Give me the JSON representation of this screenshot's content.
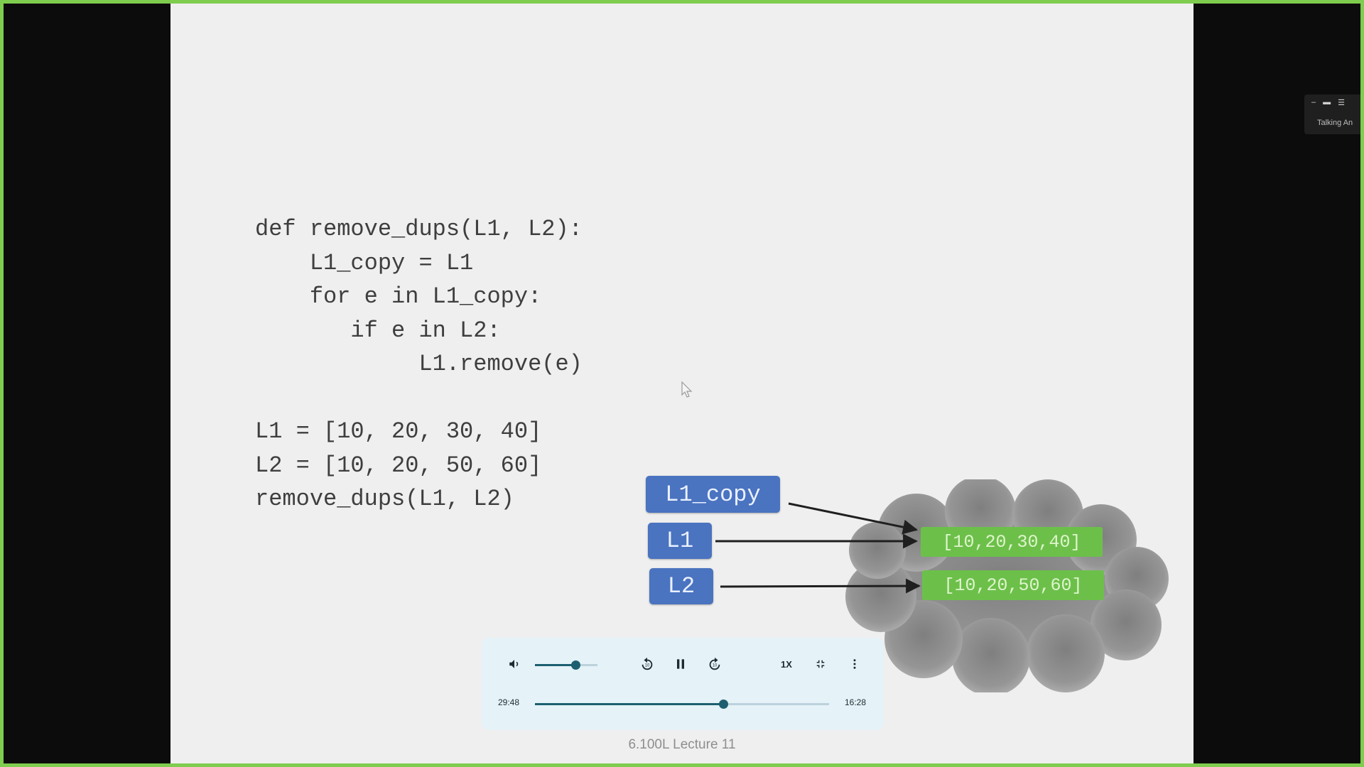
{
  "slide": {
    "code_lines": [
      "def remove_dups(L1, L2):",
      "    L1_copy = L1",
      "    for e in L1_copy:",
      "       if e in L2:",
      "            L1.remove(e)",
      "",
      "L1 = [10, 20, 30, 40]",
      "L2 = [10, 20, 50, 60]",
      "remove_dups(L1, L2)"
    ],
    "diagram": {
      "var_l1_copy": "L1_copy",
      "var_l1": "L1",
      "var_l2": "L2",
      "list_1": "[10,20,30,40]",
      "list_2": "[10,20,50,60]"
    },
    "footer": "6.100L Lecture 11"
  },
  "player": {
    "volume_level": 0.65,
    "progress": 0.64,
    "elapsed": "29:48",
    "remaining": "16:28",
    "speed": "1X",
    "icons": {
      "volume": "volume-icon",
      "rewind": "rewind-10-icon",
      "pause": "pause-icon",
      "forward": "forward-10-icon",
      "speed": "speed-icon",
      "exit_fullscreen": "exit-fullscreen-icon",
      "more": "more-vertical-icon"
    }
  },
  "floating_widget": {
    "label": "Talking An"
  },
  "colors": {
    "frame_border": "#7fcd4f",
    "slide_bg": "#efefef",
    "var_box": "#4a73c0",
    "list_box": "#6cc04a",
    "cloud": "#8f8f8f",
    "player_accent": "#1d5f70"
  }
}
